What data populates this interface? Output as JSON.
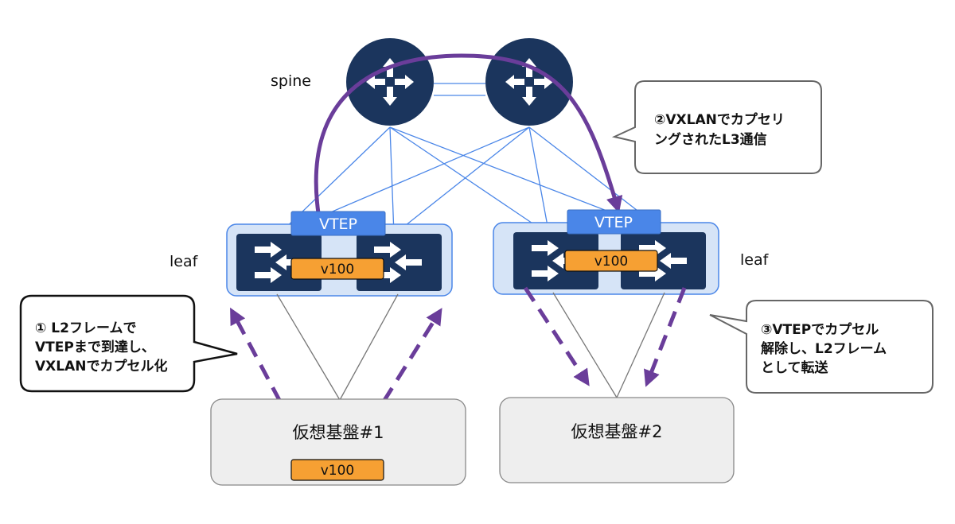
{
  "spine": {
    "label": "spine"
  },
  "leaf_left": {
    "label": "leaf",
    "vtep": "VTEP",
    "vlan": "v100"
  },
  "leaf_right": {
    "label": "leaf",
    "vtep": "VTEP",
    "vlan": "v100"
  },
  "callouts": {
    "step1": [
      "① L2フレームで",
      "VTEPまで到達し、",
      "VXLANでカプセル化"
    ],
    "step2": [
      "②VXLANでカプセリ",
      "ングされたL3通信"
    ],
    "step3": [
      "③VTEPでカプセル",
      "解除し、L2フレーム",
      "として転送"
    ]
  },
  "hosts": {
    "host1": {
      "label": "仮想基盤#1",
      "vlan": "v100"
    },
    "host2": {
      "label": "仮想基盤#2"
    }
  },
  "colors": {
    "spine": "#1b355d",
    "switch": "#1b355d",
    "link": "#4a86e8",
    "leaf_group_fill": "#d6e4f7",
    "vtep_fill": "#4a86e8",
    "vlan_fill": "#f6a033",
    "flow_arrow": "#6a3d9a",
    "host_fill": "#eeeeee"
  }
}
